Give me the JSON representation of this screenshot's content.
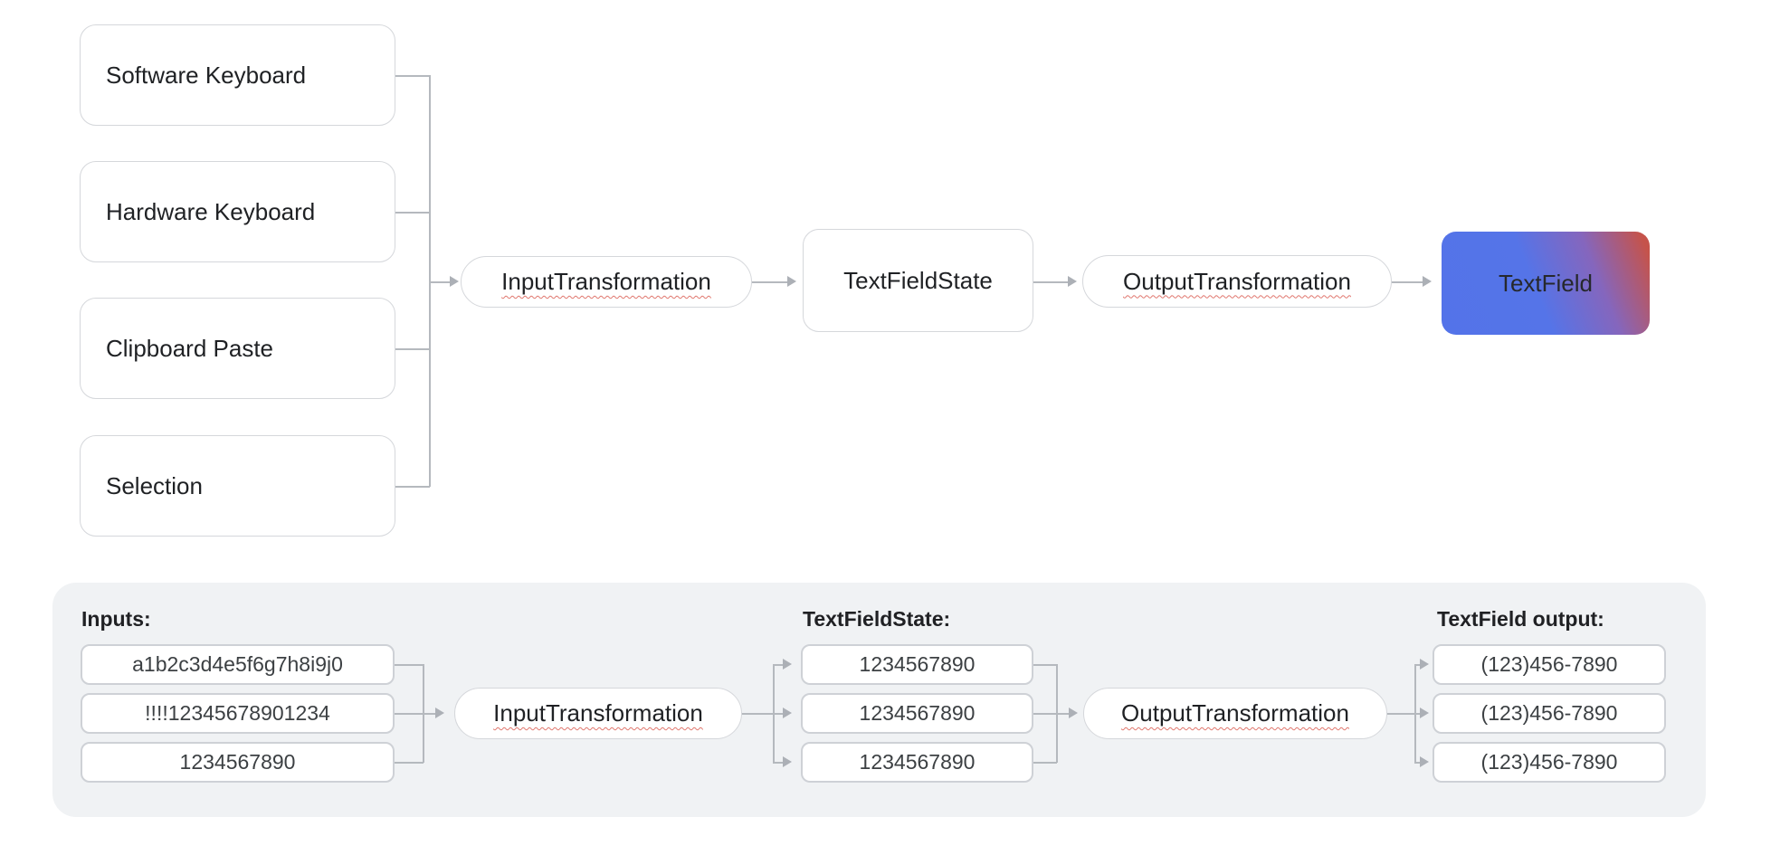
{
  "colors": {
    "background": "#ffffff",
    "panel_background": "#f0f2f4",
    "box_border": "#d5d7db",
    "connector_line": "#b5b9be",
    "text": "#202124",
    "value_text": "#3c4043",
    "spellcheck_underline_red": "#e0766d",
    "textfield_gradient_blue": "#5373e9",
    "textfield_gradient_red": "#c5534b"
  },
  "top_flow": {
    "sources": [
      {
        "label": "Software Keyboard"
      },
      {
        "label": "Hardware Keyboard"
      },
      {
        "label": "Clipboard Paste"
      },
      {
        "label": "Selection"
      }
    ],
    "input_transformation": "InputTransformation",
    "state": "TextFieldState",
    "output_transformation": "OutputTransformation",
    "textfield": "TextField"
  },
  "example_panel": {
    "inputs_label": "Inputs:",
    "inputs": [
      "a1b2c3d4e5f6g7h8i9j0",
      "!!!!12345678901234",
      "1234567890"
    ],
    "input_transformation": "InputTransformation",
    "state_label": "TextFieldState:",
    "states": [
      "1234567890",
      "1234567890",
      "1234567890"
    ],
    "output_transformation": "OutputTransformation",
    "outputs_label": "TextField output:",
    "outputs": [
      "(123)456-7890",
      "(123)456-7890",
      "(123)456-7890"
    ]
  }
}
